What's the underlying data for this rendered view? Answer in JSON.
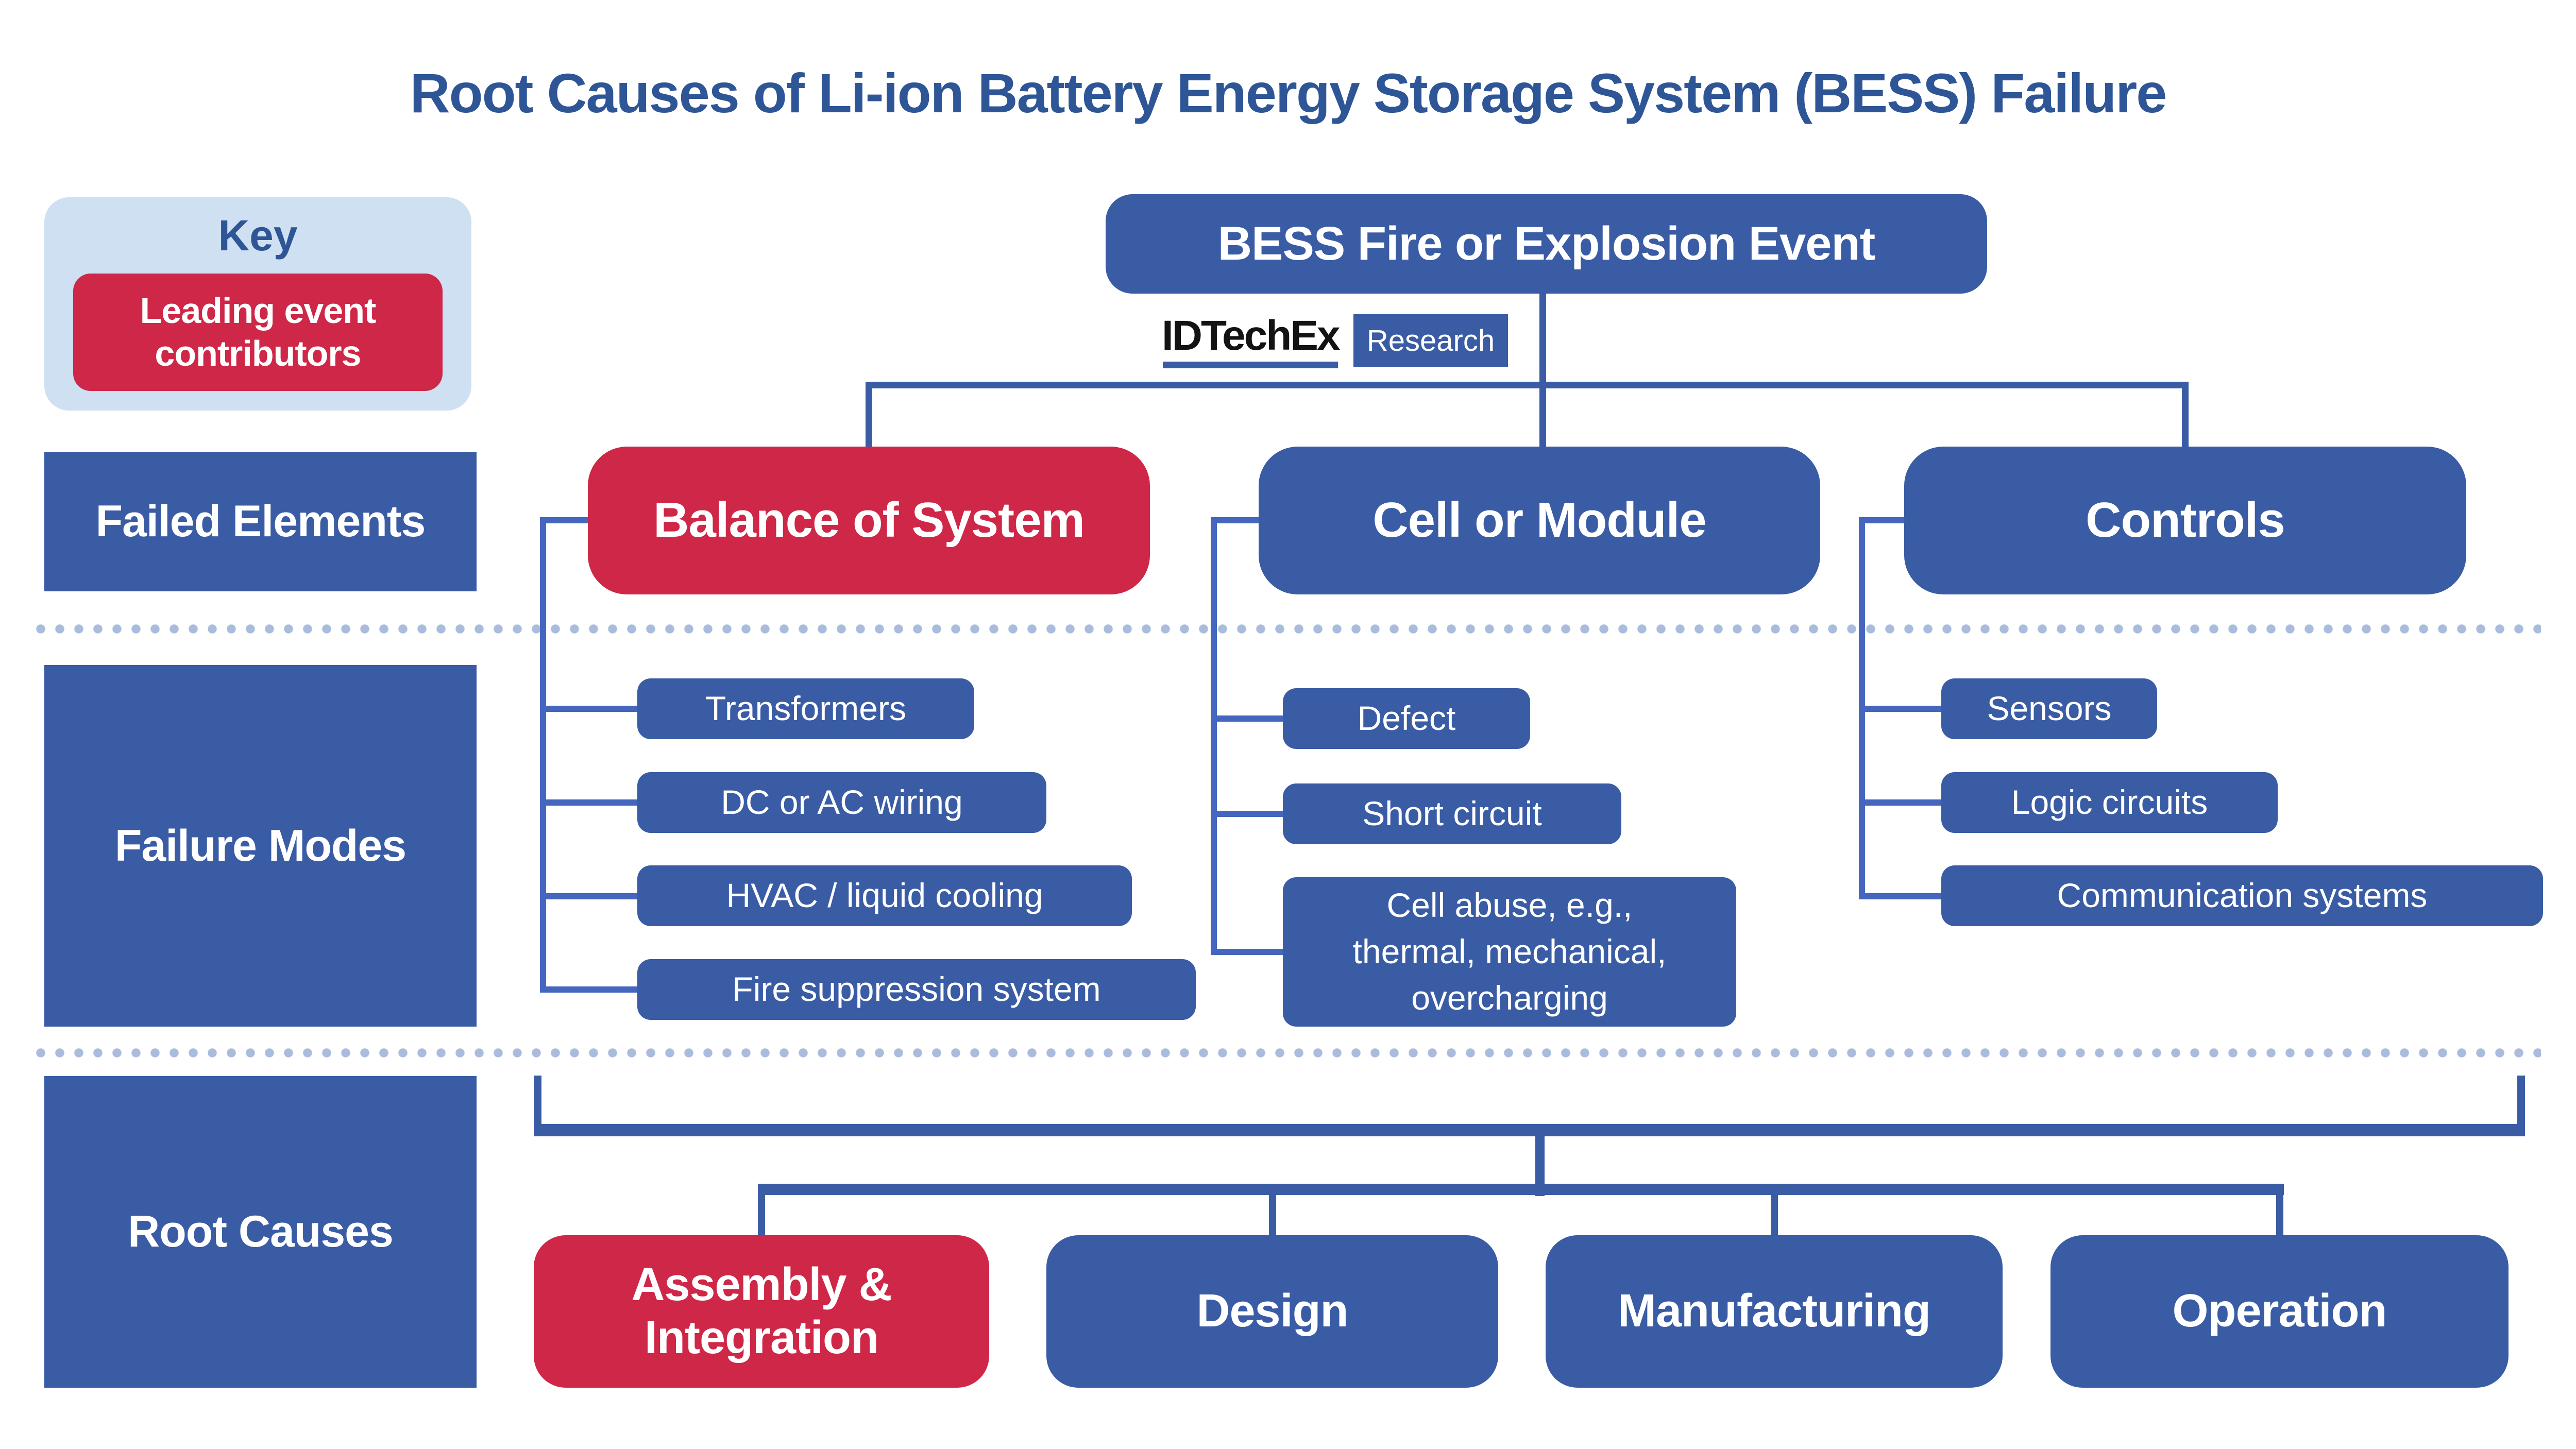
{
  "title": "Root Causes of Li-ion Battery Energy Storage System (BESS) Failure",
  "key": {
    "title": "Key",
    "legend": "Leading event contributors"
  },
  "logo": {
    "name": "IDTechEx",
    "suffix": "Research"
  },
  "root_event": "BESS Fire or Explosion Event",
  "rows": {
    "failed_elements": "Failed Elements",
    "failure_modes": "Failure Modes",
    "root_causes": "Root Causes"
  },
  "failed_elements": [
    {
      "label": "Balance of System",
      "leading": true
    },
    {
      "label": "Cell or Module",
      "leading": false
    },
    {
      "label": "Controls",
      "leading": false
    }
  ],
  "failure_modes": {
    "balance_of_system": [
      "Transformers",
      "DC or AC wiring",
      "HVAC / liquid cooling",
      "Fire suppression system"
    ],
    "cell_or_module": [
      "Defect",
      "Short circuit",
      "Cell abuse, e.g., thermal, mechanical, overcharging"
    ],
    "controls": [
      "Sensors",
      "Logic circuits",
      "Communication systems"
    ]
  },
  "root_causes": [
    {
      "label": "Assembly & Integration",
      "leading": true
    },
    {
      "label": "Design",
      "leading": false
    },
    {
      "label": "Manufacturing",
      "leading": false
    },
    {
      "label": "Operation",
      "leading": false
    }
  ],
  "colors": {
    "primary_blue": "#3A5CA5",
    "leading_red": "#CE2747",
    "title_blue": "#2E5697",
    "key_background": "#CEE0F2",
    "connector_blue": "#4566BE",
    "dotted_separator": "#A9BCDC"
  }
}
